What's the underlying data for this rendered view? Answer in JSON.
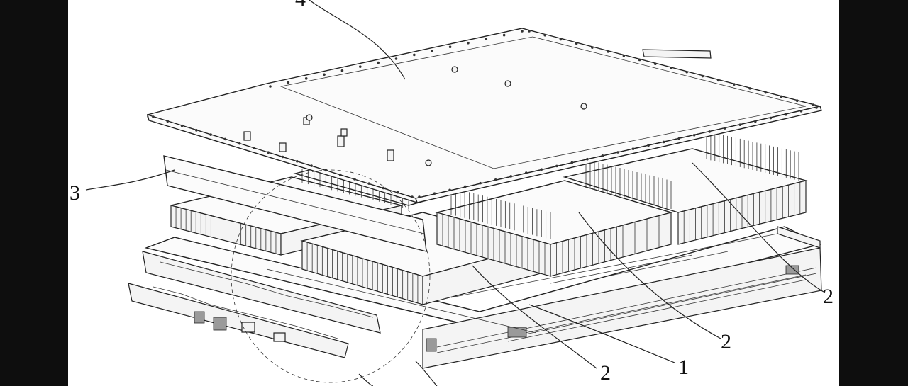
{
  "figure": {
    "labels": {
      "cover": "4",
      "side_plate": "3",
      "module_a": "2",
      "module_b": "2",
      "module_c": "2",
      "tray": "1"
    }
  }
}
